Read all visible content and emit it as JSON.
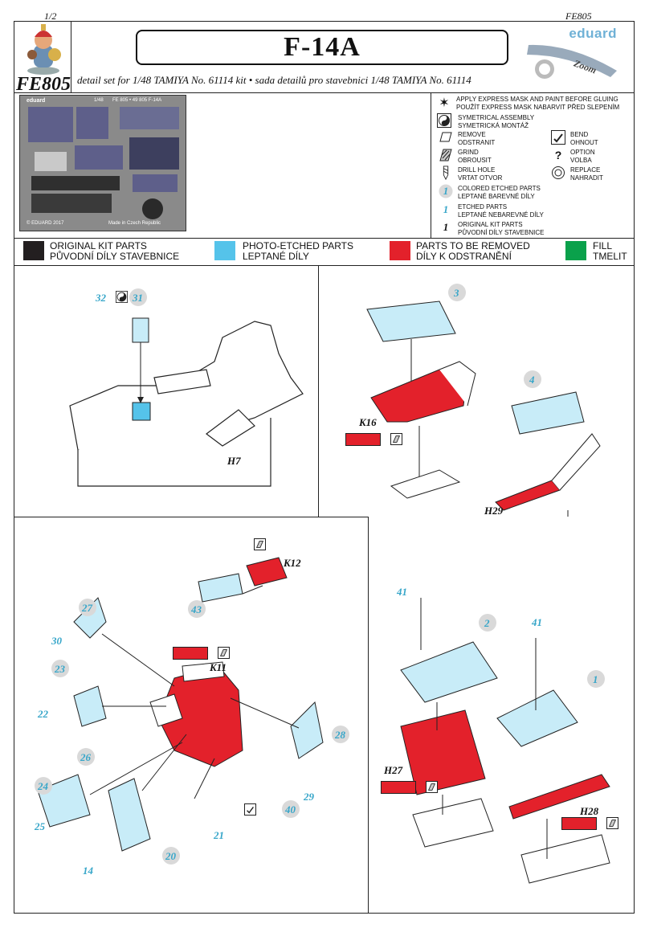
{
  "header": {
    "page_indicator": "1/2",
    "code_right": "FE805",
    "code_badge": "FE805",
    "title": "F-14A",
    "subtitle": "detail set for 1/48  TAMIYA  No. 61114 kit • sada detailů pro stavebnici 1/48  TAMIYA  No. 61114",
    "brand": "eduard",
    "brand_sub": "Zoom"
  },
  "fret": {
    "brand": "eduard",
    "scale": "1/48",
    "code": "FE 805 • 49 805 F-14A",
    "copyright": "© EDUARD 2017",
    "made_in": "Made in Czech Republic"
  },
  "legend": {
    "express_mask": [
      "APPLY EXPRESS MASK AND PAINT BEFORE GLUING",
      "POUŽÍT EXPRESS MASK NABARVIT PŘED SLEPENÍM"
    ],
    "symmetrical": [
      "SYMETRICAL ASSEMBLY",
      "SYMETRICKÁ MONTÁŽ"
    ],
    "remove": [
      "REMOVE",
      "ODSTRANIT"
    ],
    "bend": [
      "BEND",
      "OHNOUT"
    ],
    "grind": [
      "GRIND",
      "OBROUSIT"
    ],
    "option": [
      "OPTION",
      "VOLBA"
    ],
    "drill": [
      "DRILL HOLE",
      "VRTAT OTVOR"
    ],
    "replace": [
      "REPLACE",
      "NAHRADIT"
    ],
    "colored_etched": [
      "COLORED ETCHED PARTS",
      "LEPTANÉ BAREVNÉ DÍLY"
    ],
    "etched": [
      "ETCHED PARTS",
      "LEPTANÉ NEBAREVNÉ DÍLY"
    ],
    "original": [
      "ORIGINAL KIT PARTS",
      "PŮVODNÍ DÍLY STAVEBNICE"
    ],
    "num_one": "1",
    "sym_option": "?"
  },
  "colors": {
    "original": "#231f20",
    "photo_etched": "#55c3ea",
    "remove": "#e3212b",
    "fill": "#0aa14b",
    "part_number": "#37a6c9"
  },
  "color_key": [
    {
      "line1": "ORIGINAL KIT PARTS",
      "line2": "PŮVODNÍ DÍLY STAVEBNICE"
    },
    {
      "line1": "PHOTO-ETCHED PARTS",
      "line2": "LEPTANÉ DÍLY"
    },
    {
      "line1": "PARTS TO BE REMOVED",
      "line2": "DÍLY K ODSTRANĚNÍ"
    },
    {
      "line1": "FILL",
      "line2": "TMELIT"
    }
  ],
  "parts": {
    "p32": "32",
    "p31": "31",
    "p3": "3",
    "p4": "4",
    "p27": "27",
    "p30": "30",
    "p23": "23",
    "p22": "22",
    "p26": "26",
    "p24": "24",
    "p25": "25",
    "p14": "14",
    "p20": "20",
    "p21": "21",
    "p28": "28",
    "p29": "29",
    "p40": "40",
    "p43": "43",
    "p41a": "41",
    "p41b": "41",
    "p2": "2",
    "p1": "1"
  },
  "kit_labels": {
    "h7": "H7",
    "k16": "K16",
    "h29": "H29",
    "k12": "K12",
    "k11": "K11",
    "h27": "H27",
    "h28": "H28"
  }
}
